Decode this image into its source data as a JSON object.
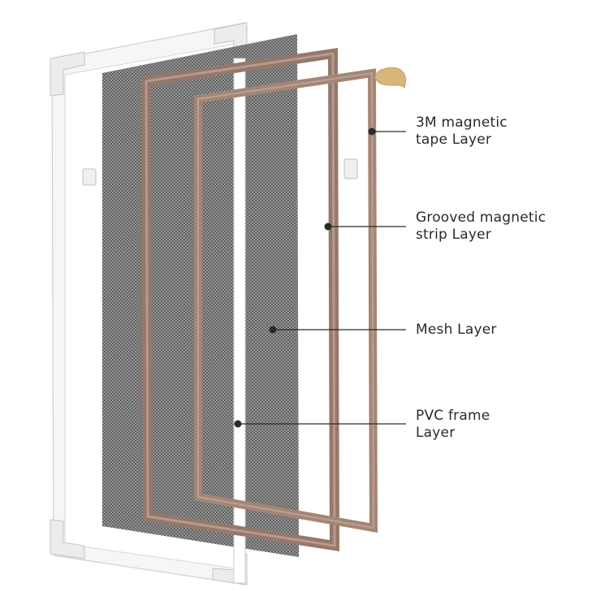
{
  "labels": {
    "tape": {
      "line1": "3M magnetic",
      "line2": "tape Layer"
    },
    "strip": {
      "line1": "Grooved magnetic",
      "line2": "strip Layer"
    },
    "mesh": {
      "line1": "Mesh Layer"
    },
    "frame": {
      "line1": "PVC frame",
      "line2": "Layer"
    }
  },
  "colors": {
    "background": "#ffffff",
    "pvc_frame": "#f7f7f7",
    "pvc_outline": "#c9c9c9",
    "mesh": "#6f6f6f",
    "strip": "#96786b",
    "strip_highlight": "#b59a8e",
    "tape": "#a38676",
    "tape_curl": "#d8b57a",
    "leader_line": "#2a2a2a"
  }
}
